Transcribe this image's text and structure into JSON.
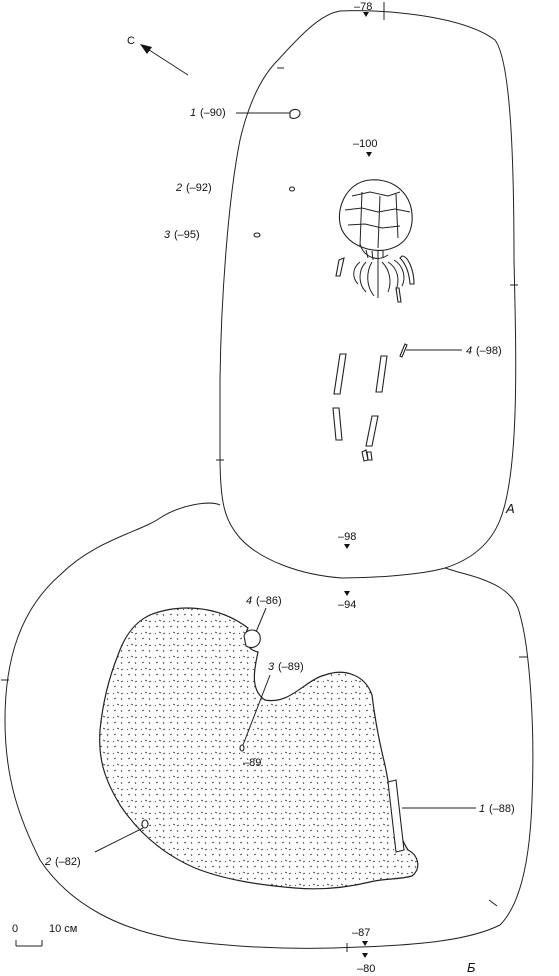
{
  "north": {
    "label": "С"
  },
  "finds_a": [
    {
      "num": "1",
      "depth": "(–90)"
    },
    {
      "num": "2",
      "depth": "(–92)"
    },
    {
      "num": "3",
      "depth": "(–95)"
    },
    {
      "num": "4",
      "depth": "(–98)"
    }
  ],
  "finds_b": [
    {
      "num": "1",
      "depth": "(–88)"
    },
    {
      "num": "2",
      "depth": "(–82)"
    },
    {
      "num": "3",
      "depth": "(–89)"
    },
    {
      "num": "4",
      "depth": "(–86)"
    }
  ],
  "levels": {
    "top": "–78",
    "a_head": "–100",
    "a_bottom": "–98",
    "junction": "–94",
    "b_inner": "–89",
    "b_bottom_inner": "–87",
    "b_bottom": "–80"
  },
  "sections": {
    "a": "А",
    "b": "Б"
  },
  "scale": {
    "zero": "0",
    "length": "10 см"
  }
}
